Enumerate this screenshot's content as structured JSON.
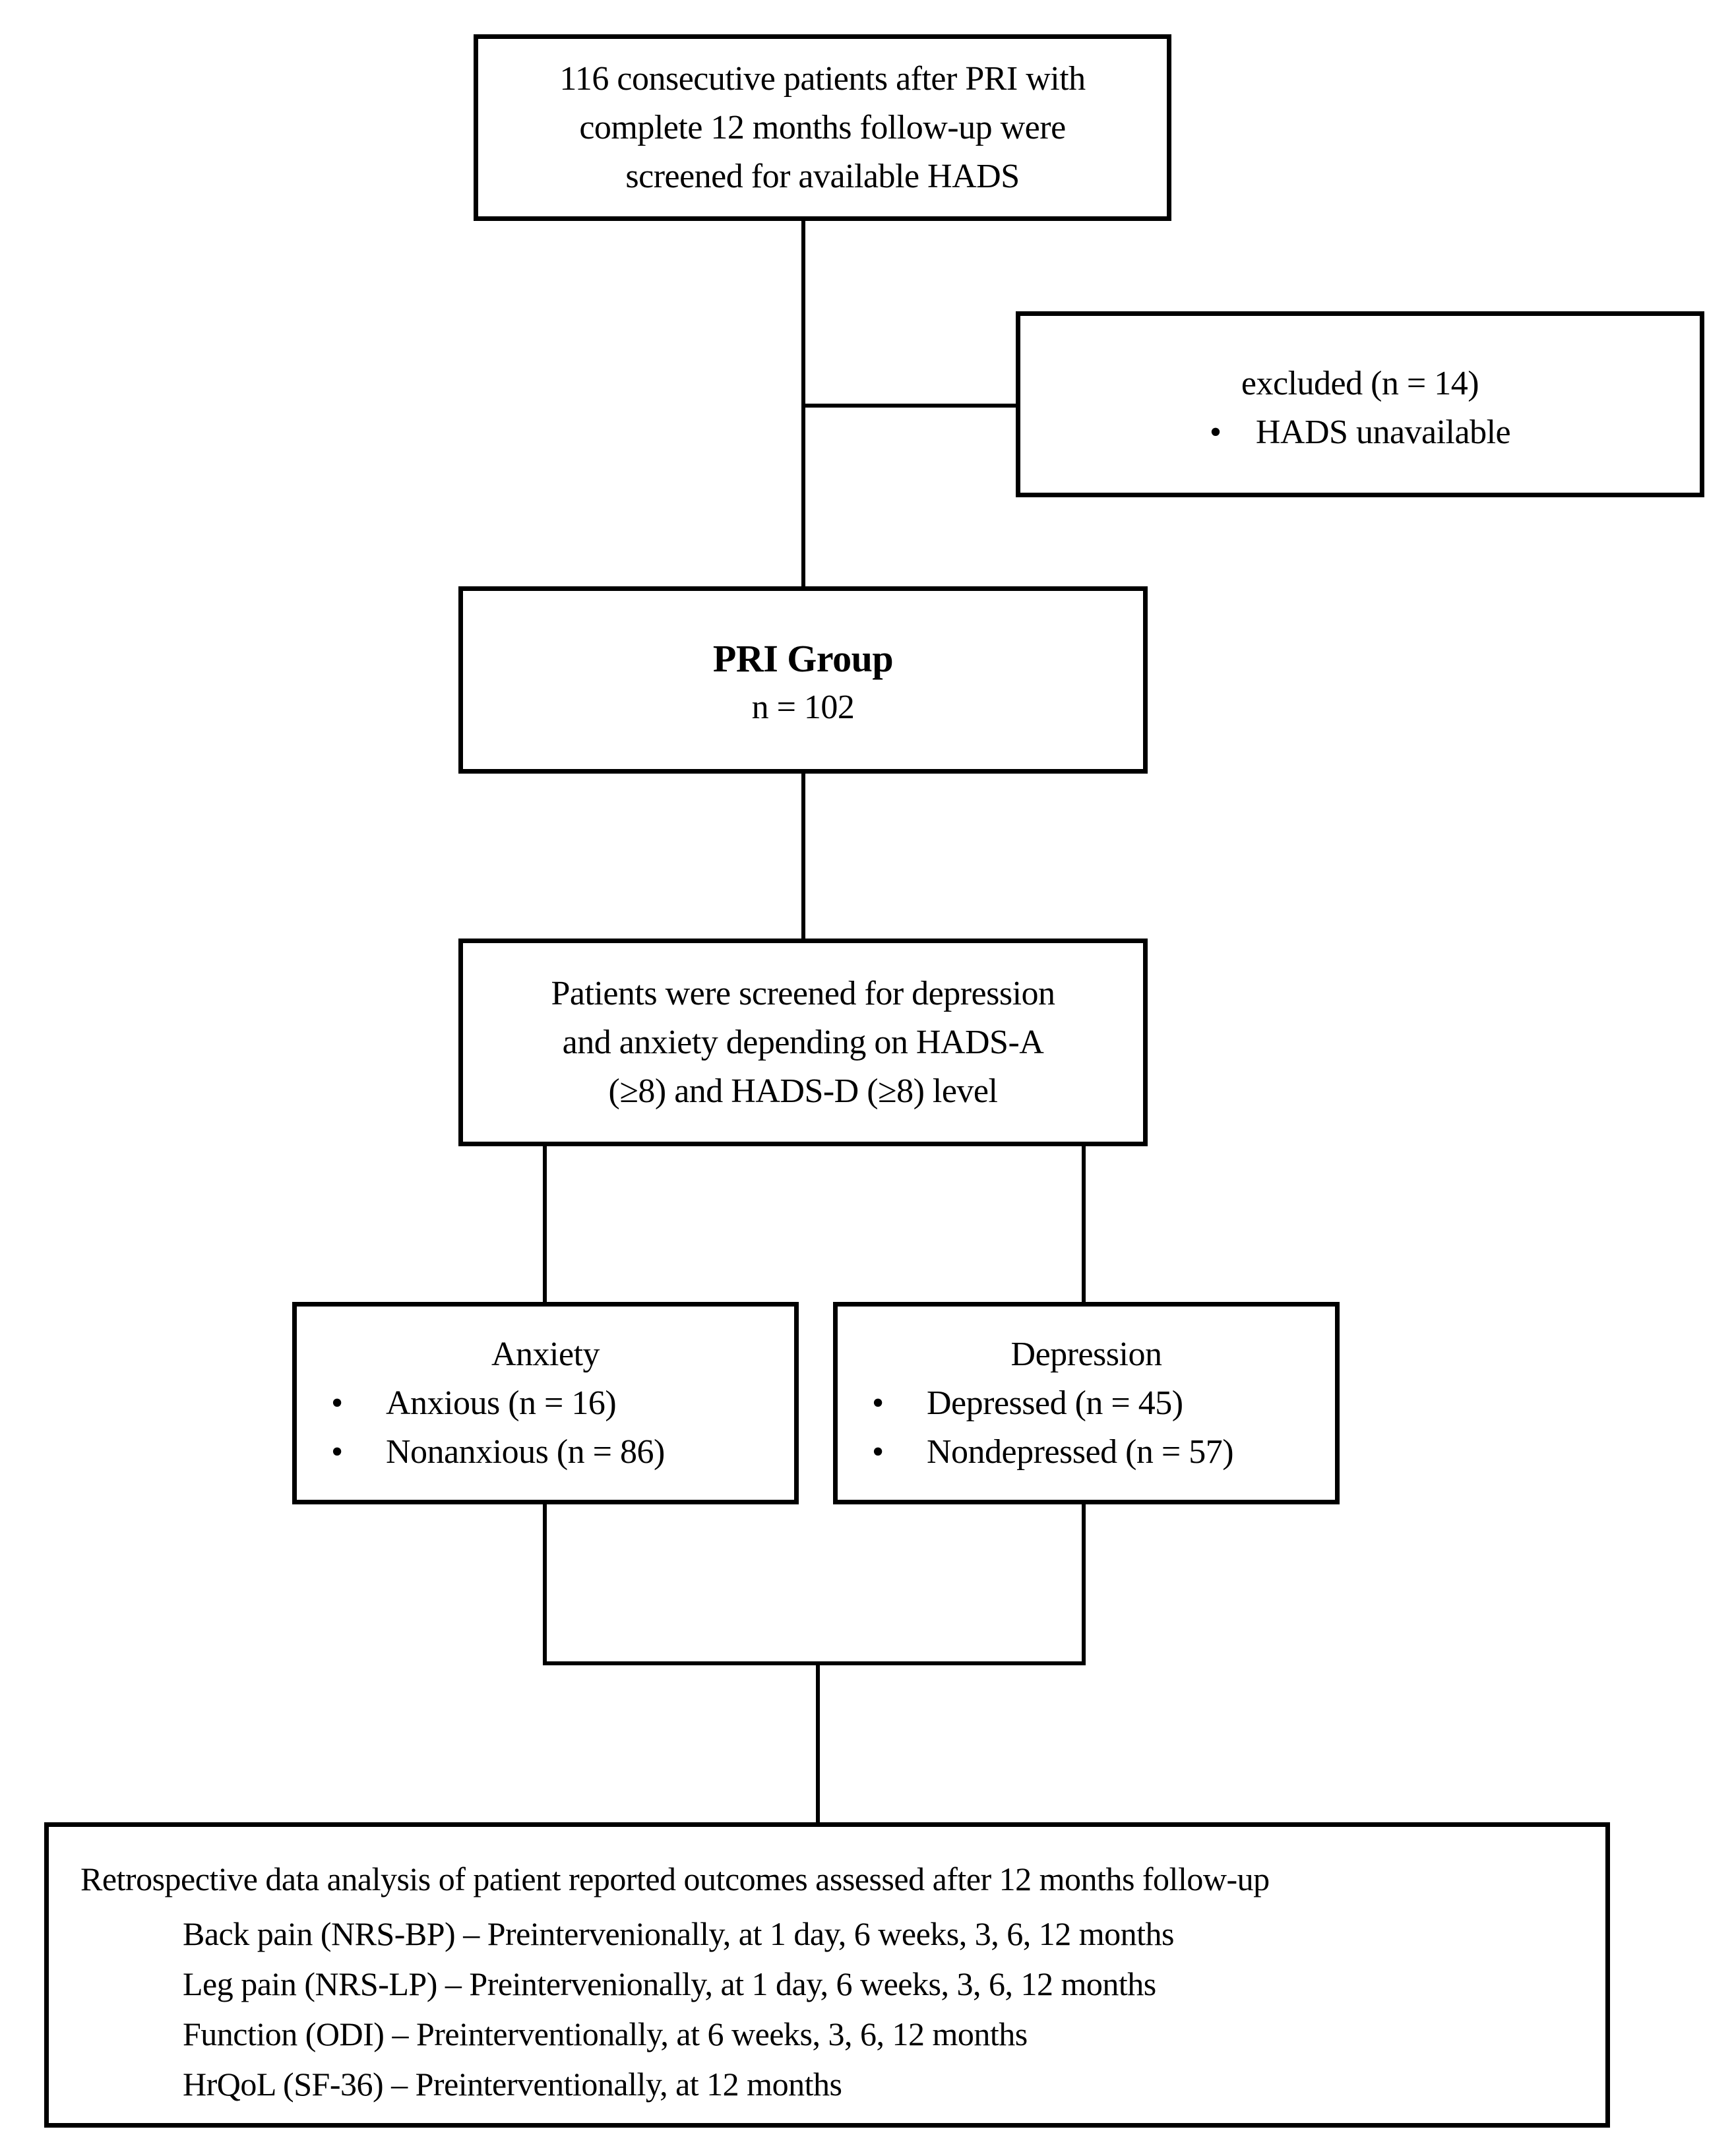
{
  "glyphs": {
    "bullet": "•"
  },
  "colors": {
    "border": "#000000",
    "background": "#ffffff",
    "text": "#000000"
  },
  "boxes": {
    "screening": {
      "lines": [
        "116 consecutive patients after PRI with",
        "complete 12 months follow-up were",
        "screened for available HADS"
      ]
    },
    "excluded": {
      "title": "excluded (n = 14)",
      "bullets": [
        "HADS unavailable"
      ]
    },
    "pri_group": {
      "title": "PRI Group",
      "count": "n = 102"
    },
    "hads_screening": {
      "lines": [
        "Patients were screened for depression",
        "and anxiety depending on HADS-A",
        "(≥8) and HADS-D (≥8) level"
      ]
    },
    "anxiety": {
      "title": "Anxiety",
      "bullets": [
        "Anxious (n = 16)",
        "Nonanxious (n = 86)"
      ]
    },
    "depression": {
      "title": "Depression",
      "bullets": [
        "Depressed (n = 45)",
        "Nondepressed (n = 57)"
      ]
    },
    "outcomes": {
      "intro": "Retrospective data analysis of patient reported outcomes assessed after 12 months follow-up",
      "items": [
        "Back pain (NRS-BP) – Preintervenionally, at 1 day, 6 weeks, 3, 6, 12 months",
        "Leg pain (NRS-LP) – Preintervenionally, at 1 day, 6 weeks, 3, 6, 12 months",
        "Function (ODI) – Preinterventionally, at 6 weeks, 3, 6, 12 months",
        "HrQoL (SF-36) – Preinterventionally, at 12 months"
      ]
    }
  }
}
